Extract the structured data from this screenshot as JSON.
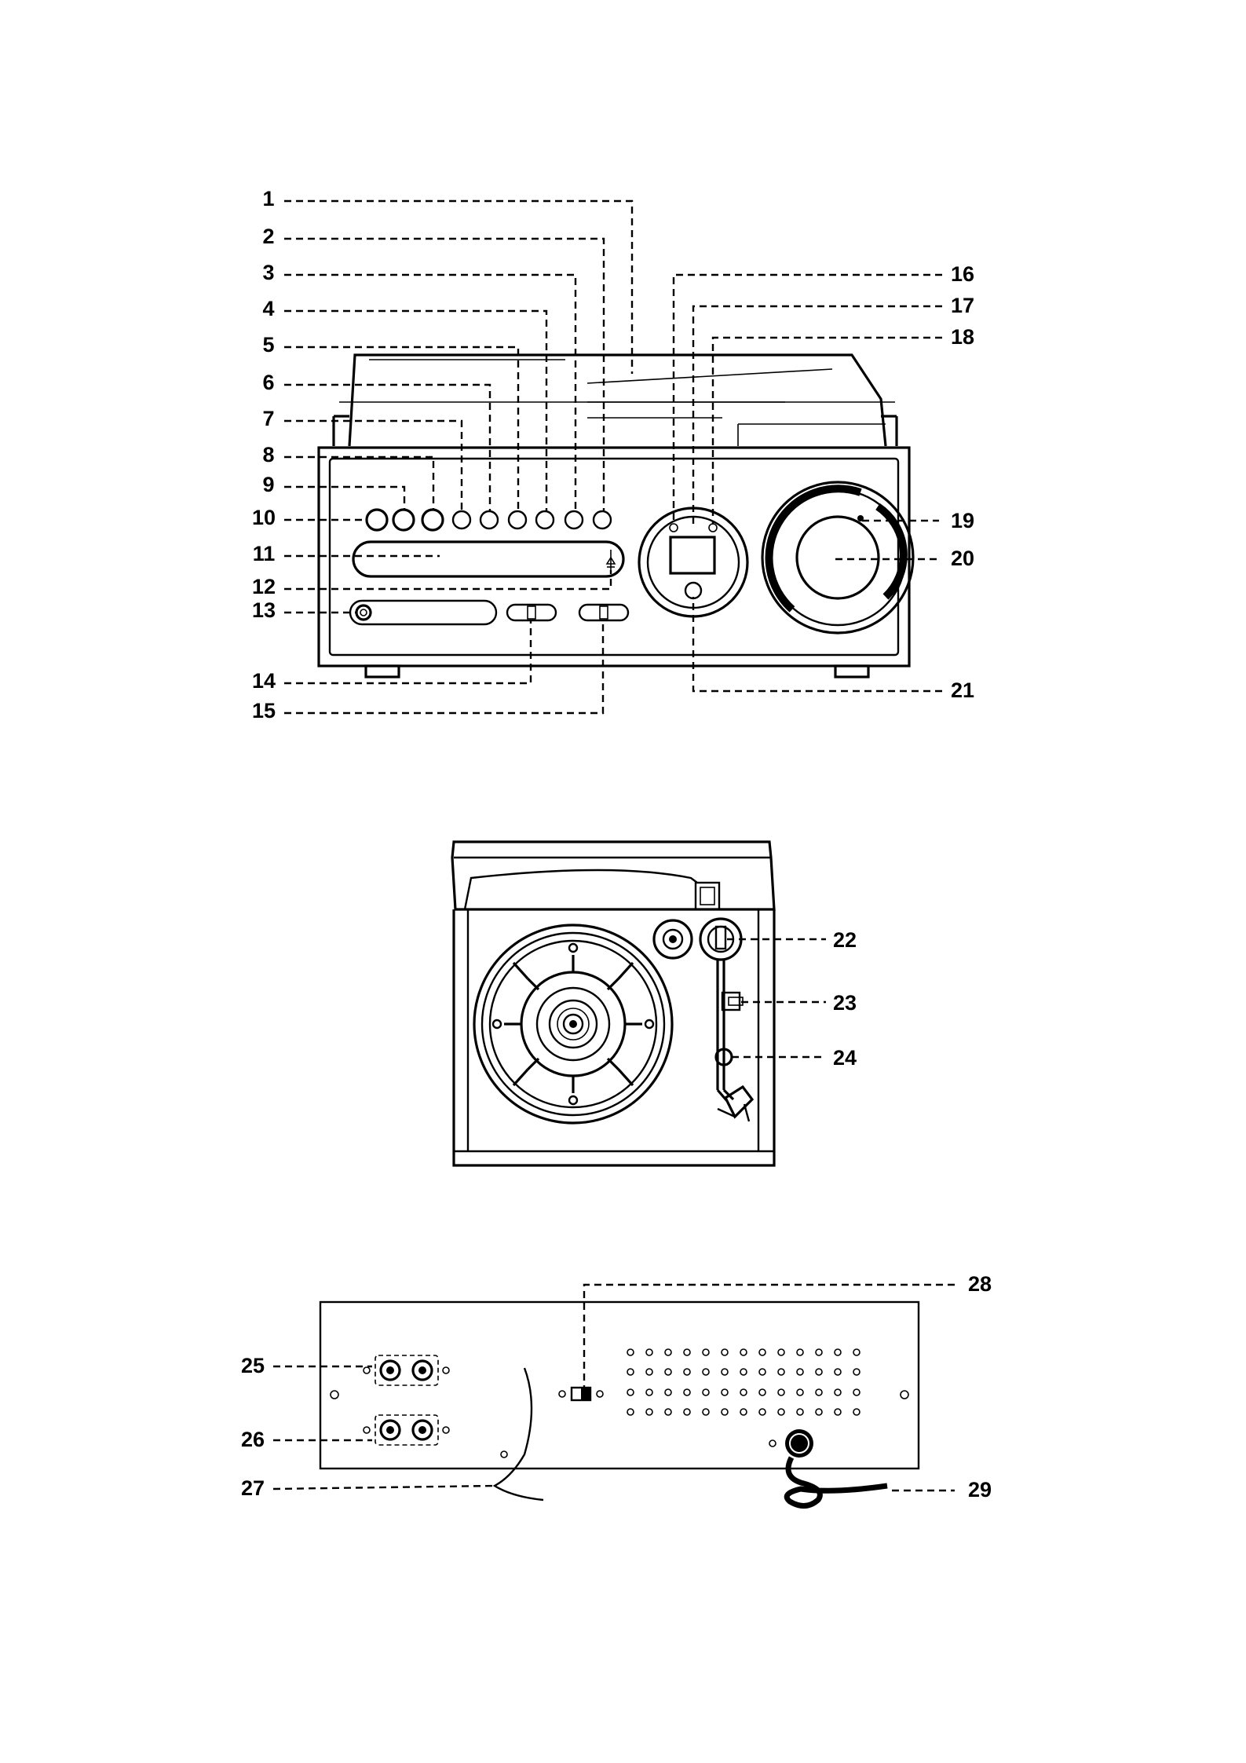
{
  "figure": {
    "front_view": {
      "callouts": [
        "1",
        "2",
        "3",
        "4",
        "5",
        "6",
        "7",
        "8",
        "9",
        "10",
        "11",
        "12",
        "13",
        "14",
        "15",
        "16",
        "17",
        "18",
        "19",
        "20",
        "21"
      ]
    },
    "top_view": {
      "callouts": [
        "22",
        "23",
        "24"
      ]
    },
    "rear_view": {
      "callouts": [
        "25",
        "26",
        "27",
        "28",
        "29"
      ]
    }
  }
}
